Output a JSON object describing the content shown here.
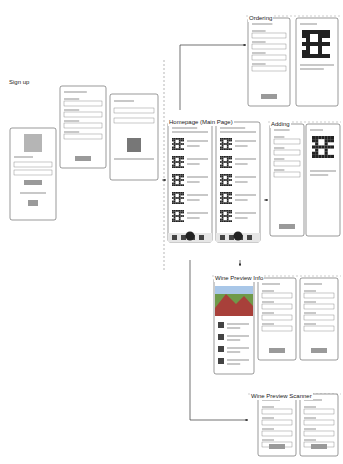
{
  "diagram": {
    "nodes": [
      {
        "text": [
          "Ordering"
        ]
      },
      {
        "text": [
          "Sign up"
        ]
      },
      {
        "text": [
          "Homepage (Main Page)"
        ]
      },
      {
        "text": [
          "Adding"
        ]
      },
      {
        "text": [
          "Wine Preview Info"
        ]
      },
      {
        "text": [
          "Wine Preview Scanner"
        ]
      }
    ],
    "edges": [
      {
        "from": 1,
        "to": 2,
        "arrow": "to"
      },
      {
        "from": 2,
        "to": 0,
        "arrow": "to"
      },
      {
        "from": 2,
        "to": 3,
        "arrow": "to"
      },
      {
        "from": 2,
        "to": 4,
        "arrow": "to"
      },
      {
        "from": 2,
        "to": 5,
        "arrow": "to"
      }
    ]
  }
}
